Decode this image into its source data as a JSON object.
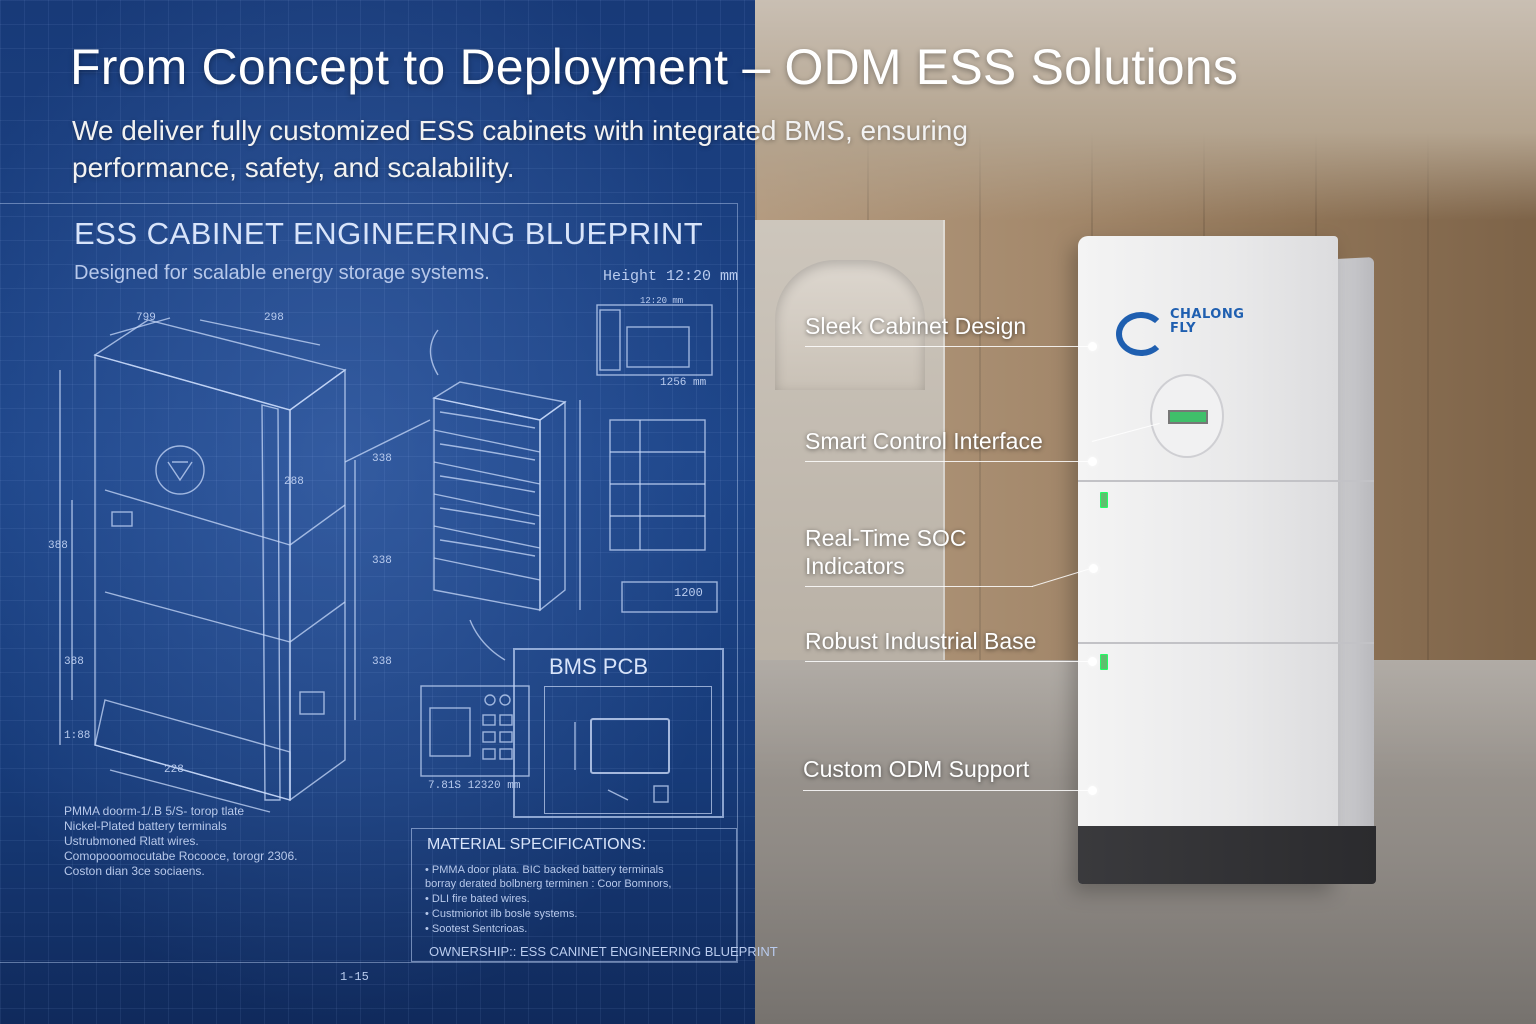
{
  "header": {
    "title": "From Concept to Deployment – ODM ESS Solutions",
    "subtitle": "We deliver fully customized ESS cabinets with integrated BMS, ensuring performance, safety, and scalability."
  },
  "blueprint": {
    "title": "ESS CABINET ENGINEERING BLUEPRINT",
    "subtitle": "Designed for scalable energy storage systems.",
    "height_label": "Height 12:20 mm",
    "dim_labels": [
      "799",
      "298",
      "338",
      "338",
      "338",
      "388",
      "388",
      "228",
      "288",
      "1:88",
      "1200",
      "12:20 mm",
      "1256 mm"
    ],
    "pcb_dim": "7.81S 12320 mm",
    "notes": [
      "PMMA doorm-1/.B 5/S- torop tlate",
      "Nickel-Plated battery terminals",
      "Ustrubmoned Rlatt wires.",
      "Comopooomocutabe Rocooce, torogr 2306.",
      "Coston dian 3ce sociaens."
    ],
    "page_number": "1-15",
    "bms_title": "BMS PCB",
    "specs": {
      "title": "MATERIAL SPECIFICATIONS:",
      "lines": [
        "• PMMA door plata. BIC backed battery terminals",
        "  borray derated bolbnerg terminen : Coor Bomnors,",
        "• DLI fire bated wires.",
        "• Custmioriot ilb bosle systems.",
        "• Sootest Sentcrioas."
      ],
      "ownership": "OWNERSHIP:: ESS CANINET ENGINEERING BLUEPRINT"
    }
  },
  "product": {
    "brand_line1": "CHALONG",
    "brand_line2": "FLY",
    "callouts": [
      "Sleek Cabinet Design",
      "Smart Control Interface",
      "Real-Time SOC Indicators",
      "Robust Industrial Base",
      "Custom ODM Support"
    ]
  },
  "colors": {
    "blueprint_blue": "#1d4589",
    "brand_blue": "#1f5fb0",
    "screen_green": "#3fbf6a",
    "base_dark": "#2b2b2e"
  }
}
